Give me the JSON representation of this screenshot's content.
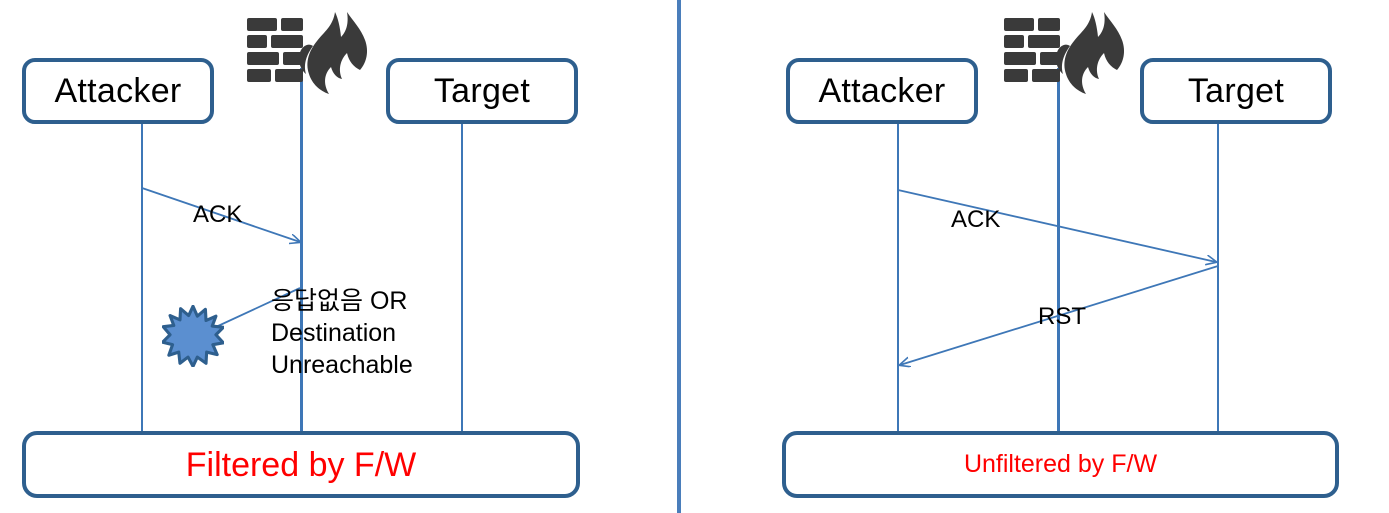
{
  "diagram": {
    "title": "ACK scan firewall filtering comparison",
    "divider_color": "#4A7EBB",
    "node_border_color": "#2E5F8E",
    "lifeline_color": "#3E77B7",
    "arrow_color": "#3E77B7",
    "verdict_text_color": "#FF0000",
    "firewall_icon_color": "#3A3A3A",
    "burst_fill_color": "#5B8FD0",
    "burst_stroke_color": "#2E5F8E"
  },
  "panels": [
    {
      "id": "filtered",
      "nodes": [
        {
          "label": "Attacker",
          "icon": "actor-box"
        },
        {
          "label": "Target",
          "icon": "actor-box"
        }
      ],
      "firewall": {
        "icon": "firewall-brick-flame-icon",
        "label": ""
      },
      "messages": [
        {
          "label": "ACK",
          "from": "Attacker",
          "to": "Firewall",
          "direction": "right"
        },
        {
          "label": "응답없음 OR\nDestination\nUnreachable",
          "from": "Firewall",
          "to": "Blocked",
          "direction": "left"
        }
      ],
      "blocked_marker": {
        "icon": "explosion-burst-icon"
      },
      "verdict": {
        "label": "Filtered by F/W"
      }
    },
    {
      "id": "unfiltered",
      "nodes": [
        {
          "label": "Attacker",
          "icon": "actor-box"
        },
        {
          "label": "Target",
          "icon": "actor-box"
        }
      ],
      "firewall": {
        "icon": "firewall-brick-flame-icon",
        "label": ""
      },
      "messages": [
        {
          "label": "ACK",
          "from": "Attacker",
          "to": "Target",
          "direction": "right"
        },
        {
          "label": "RST",
          "from": "Target",
          "to": "Attacker",
          "direction": "left"
        }
      ],
      "verdict": {
        "label": "Unfiltered by F/W"
      }
    }
  ]
}
